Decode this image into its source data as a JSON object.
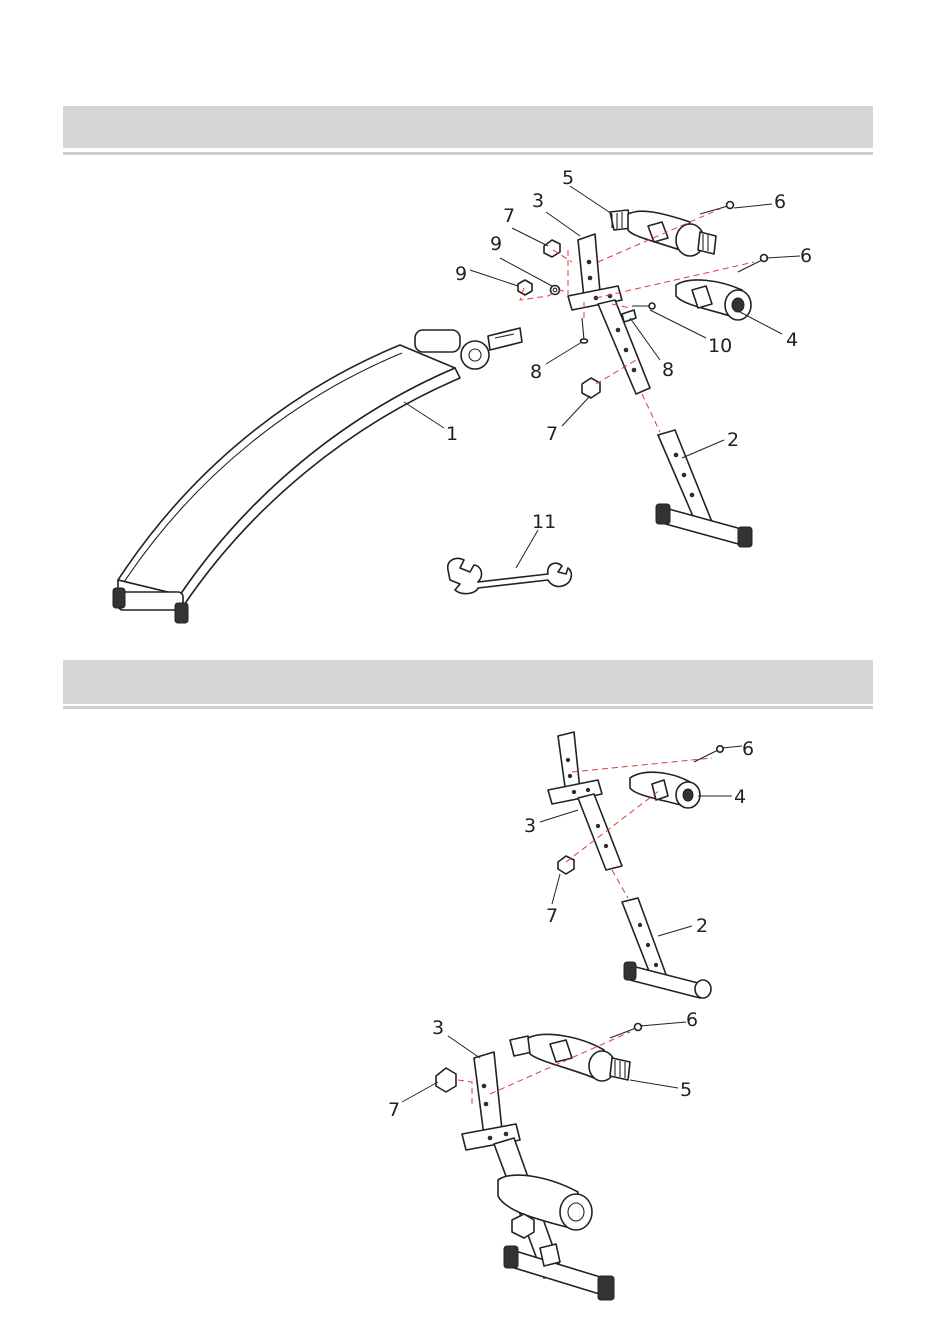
{
  "colors": {
    "header_band": "#d5d5d5",
    "assembly_line": "#e03a3a",
    "ink": "#222222"
  },
  "step1": {
    "label_1": "1",
    "label_2": "2",
    "label_3": "3",
    "label_4": "4",
    "label_5": "5",
    "label_6a": "6",
    "label_6b": "6",
    "label_7a": "7",
    "label_7b": "7",
    "label_8a": "8",
    "label_8b": "8",
    "label_9a": "9",
    "label_9b": "9",
    "label_10": "10",
    "label_11": "11"
  },
  "step2": {
    "label_6": "6",
    "label_4": "4",
    "label_3": "3",
    "label_7": "7",
    "label_2": "2"
  },
  "step3": {
    "label_3": "3",
    "label_6": "6",
    "label_7": "7",
    "label_5": "5"
  }
}
